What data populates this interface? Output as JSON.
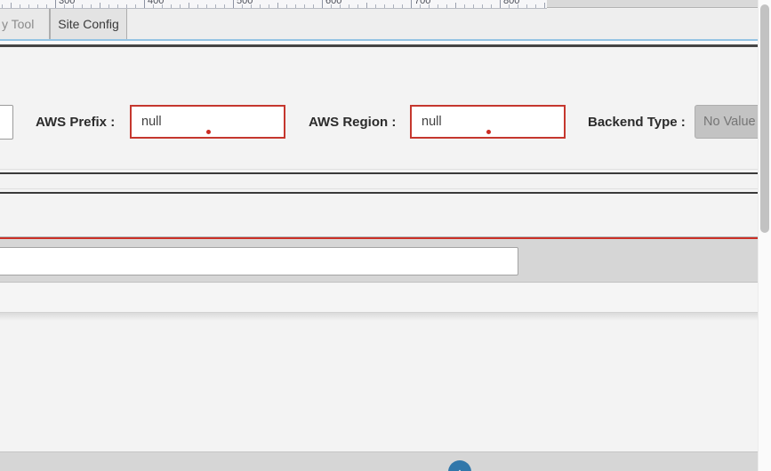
{
  "ruler": {
    "tick_labels": [
      "300",
      "400",
      "500",
      "600",
      "700",
      "800"
    ]
  },
  "tab_bar": {
    "tabs": [
      {
        "label": "y Tool",
        "active": false
      },
      {
        "label": "Site Config",
        "active": true
      }
    ]
  },
  "form": {
    "left_field_value": "",
    "aws_prefix_label": "AWS Prefix :",
    "aws_prefix_value": "null",
    "aws_region_label": "AWS Region :",
    "aws_region_value": "null",
    "backend_type_label": "Backend Type :",
    "backend_type_value": "No Value"
  },
  "bottom_input": {
    "value": ""
  },
  "icons": {
    "bottom_button_icon": "up-arrow-icon",
    "bottom_button_glyph": "↑"
  },
  "colors": {
    "accent_blue_line": "#93c3e3",
    "error_red": "#c5372e",
    "dark_divider": "#3a3a3a",
    "section_red_line": "#ca2f26",
    "action_button_blue": "#3177aa"
  }
}
